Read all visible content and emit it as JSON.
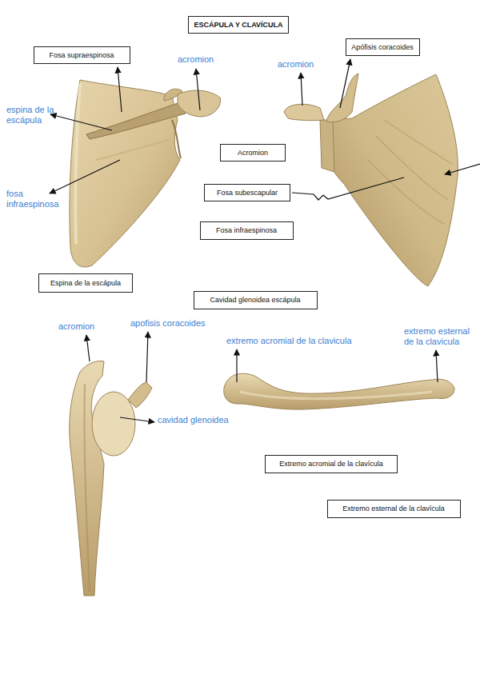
{
  "diagram": {
    "title": "ESCÁPULA Y CLAVÍCULA",
    "nodes": [
      {
        "text": [
          "Fosa supraespinosa"
        ]
      },
      {
        "text": [
          "Apófisis coracoides"
        ]
      },
      {
        "text": [
          "Acromion"
        ]
      },
      {
        "text": [
          "Fosa subescapular"
        ]
      },
      {
        "text": [
          "Fosa infraespinosa"
        ]
      },
      {
        "text": [
          "Espina de la escápula"
        ]
      },
      {
        "text": [
          "Cavidad glenoidea escápula"
        ]
      },
      {
        "text": [
          "Extremo acromial de la clavícula"
        ]
      },
      {
        "text": [
          "Extremo esternal de la clavícula"
        ]
      }
    ],
    "labels": [
      "acromion",
      "espina de la escápula",
      "fosa infraespinosa",
      "acromion",
      "acromion",
      "apofisis coracoides",
      "cavidad glenoidea",
      "extremo acromial de la clavicula",
      "extremo esternal de la clavicula"
    ]
  }
}
